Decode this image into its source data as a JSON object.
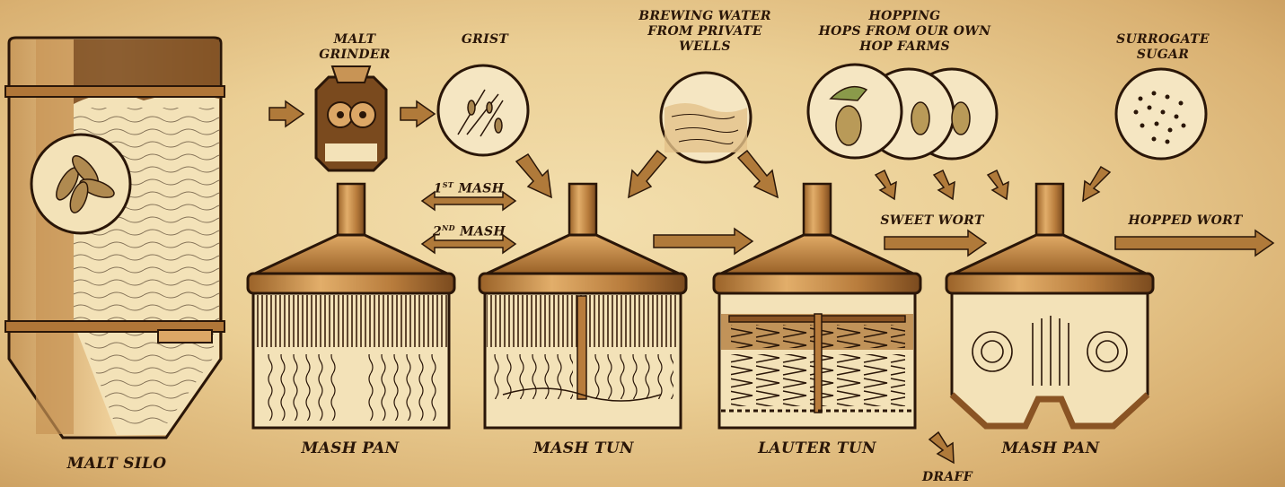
{
  "labels": {
    "malt_silo": "MALT SILO",
    "malt_grinder": [
      "MALT",
      "GRINDER"
    ],
    "grist": "GRIST",
    "brewing_water": [
      "BREWING WATER",
      "FROM PRIVATE",
      "WELLS"
    ],
    "hopping": [
      "HOPPING",
      "HOPS FROM OUR OWN",
      "HOP FARMS"
    ],
    "surrogate_sugar": [
      "SURROGATE",
      "SUGAR"
    ],
    "mash_1": {
      "num": "1",
      "sup": "ST",
      "text": "MASH"
    },
    "mash_2": {
      "num": "2",
      "sup": "ND",
      "text": "MASH"
    },
    "sweet_wort": "SWEET WORT",
    "hopped_wort": "HOPPED WORT",
    "draff": "DRAFF",
    "vessel_1": "MASH PAN",
    "vessel_2": "MASH TUN",
    "vessel_3": "LAUTER TUN",
    "vessel_4": "MASH PAN"
  },
  "colors": {
    "ink": "#2a1608",
    "copper": "#b87c3c",
    "copper_light": "#dca766",
    "copper_dark": "#7a4a1e",
    "paper": "#f3e2b8"
  }
}
